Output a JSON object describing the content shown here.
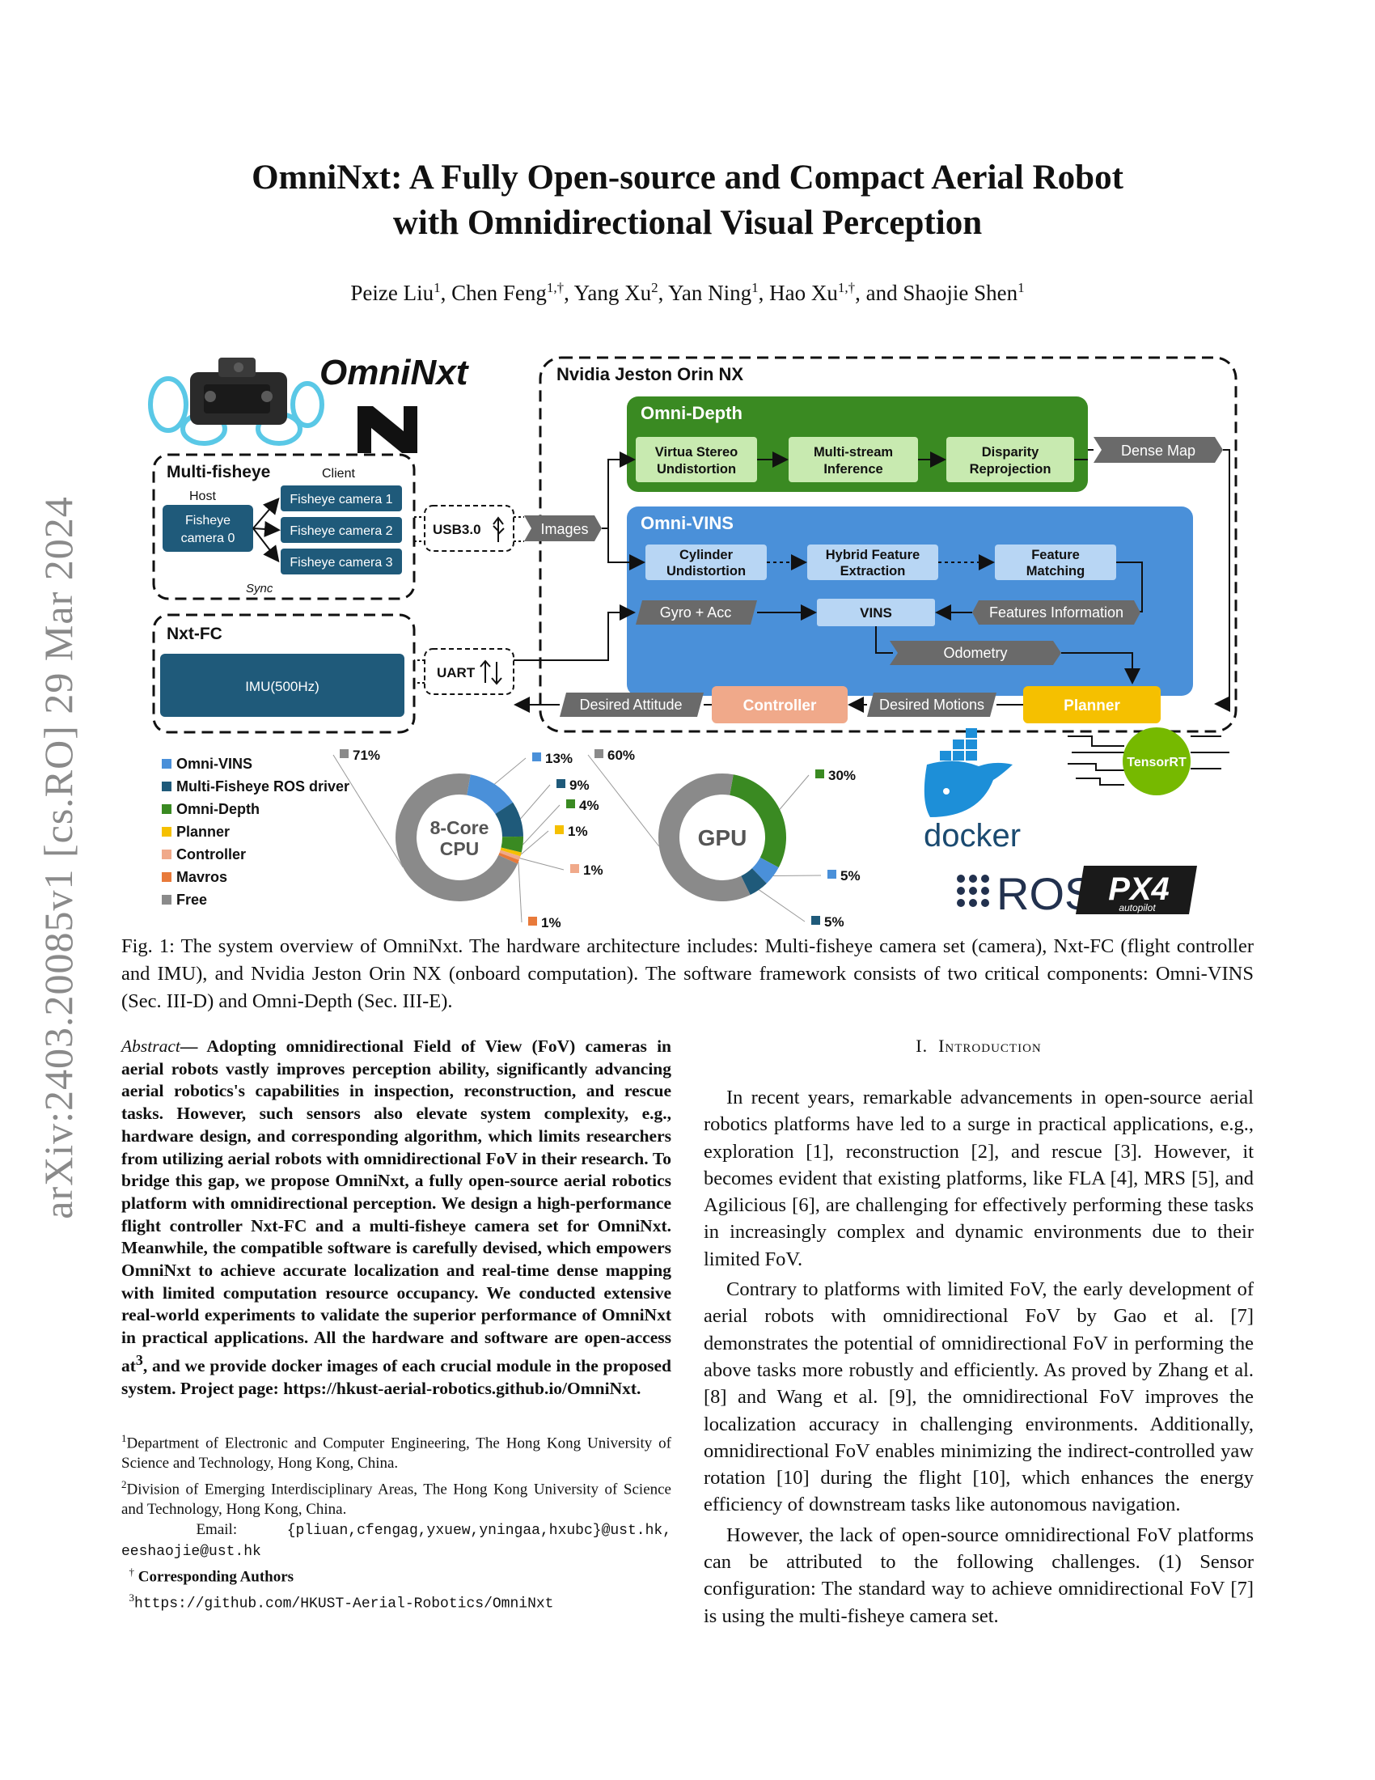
{
  "side": {
    "arxiv": "arXiv:2403.20085v1  [cs.RO]  29 Mar 2024"
  },
  "paper": {
    "title_line1": "OmniNxt: A Fully Open-source and Compact Aerial Robot",
    "title_line2": "with Omnidirectional Visual Perception"
  },
  "authors": [
    {
      "name": "Peize Liu",
      "aff": "1"
    },
    {
      "name": "Chen Feng",
      "aff": "1,†"
    },
    {
      "name": "Yang Xu",
      "aff": "2"
    },
    {
      "name": "Yan Ning",
      "aff": "1"
    },
    {
      "name": "Hao Xu",
      "aff": "1,†"
    },
    {
      "name": "Shaojie Shen",
      "aff": "1"
    }
  ],
  "figure": {
    "brand": "OmniNxt",
    "jetson_label": "Nvidia Jeston Orin NX",
    "omnidepth": {
      "title": "Omni-Depth",
      "box1": [
        "Virtua Stereo",
        "Undistortion"
      ],
      "box2": [
        "Multi-stream",
        "Inference"
      ],
      "box3": [
        "Disparity",
        "Reprojection"
      ]
    },
    "dense_map": "Dense Map",
    "omnivins": {
      "title": "Omni-VINS",
      "box1": [
        "Cylinder",
        "Undistortion"
      ],
      "box2": [
        "Hybrid Feature",
        "Extraction"
      ],
      "box3": [
        "Feature",
        "Matching"
      ],
      "gyro": "Gyro + Acc",
      "vins": "VINS",
      "features": "Features Information",
      "odometry": "Odometry"
    },
    "multifisheye": {
      "title": "Multi-fisheye",
      "client": "Client",
      "host": "Host",
      "cam0": [
        "Fisheye",
        "camera 0"
      ],
      "cam1": "Fisheye camera 1",
      "cam2": "Fisheye camera 2",
      "cam3": "Fisheye camera 3",
      "sync": "Sync"
    },
    "usb": "USB3.0",
    "images": "Images",
    "nxtfc": {
      "title": "Nxt-FC",
      "imu": "IMU(500Hz)"
    },
    "uart": "UART",
    "desired_attitude": "Desired Attitude",
    "controller": "Controller",
    "desired_motions": "Desired Motions",
    "planner": "Planner",
    "legend": [
      "Omni-VINS",
      "Multi-Fisheye ROS driver",
      "Omni-Depth",
      "Planner",
      "Controller",
      "Mavros",
      "Free"
    ],
    "logos": {
      "docker": "docker",
      "tensorrt": "TensorRT",
      "ros": "ROS",
      "px4": "PX4",
      "px4_sub": "autopilot"
    },
    "colors": {
      "omnivins": "#4a90d9",
      "ros_driver": "#1f5a7a",
      "omnidepth": "#3a8a22",
      "planner": "#f5c000",
      "controller": "#f0a98a",
      "mavros": "#e87a3a",
      "free": "#8a8a8a"
    }
  },
  "chart_data": [
    {
      "type": "pie",
      "title": "8-Core CPU",
      "categories": [
        "Omni-VINS",
        "Multi-Fisheye ROS driver",
        "Omni-Depth",
        "Planner",
        "Controller",
        "Mavros",
        "Free"
      ],
      "values": [
        13,
        9,
        4,
        1,
        1,
        1,
        71
      ],
      "labels": [
        "13%",
        "9%",
        "4%",
        "1%",
        "1%",
        "1%",
        "71%"
      ]
    },
    {
      "type": "pie",
      "title": "GPU",
      "categories": [
        "Omni-Depth",
        "Omni-VINS",
        "Multi-Fisheye ROS driver",
        "Free"
      ],
      "values": [
        30,
        5,
        5,
        60
      ],
      "labels": [
        "30%",
        "5%",
        "5%",
        "60%"
      ]
    }
  ],
  "caption": "Fig. 1: The system overview of OmniNxt. The hardware architecture includes: Multi-fisheye camera set (camera), Nxt-FC (flight controller and IMU), and Nvidia Jeston Orin NX (onboard computation). The software framework consists of two critical components: Omni-VINS (Sec. III-D) and Omni-Depth (Sec. III-E).",
  "abstract": {
    "lead": "Abstract",
    "dash": "— ",
    "text": "Adopting omnidirectional Field of View (FoV) cameras in aerial robots vastly improves perception ability, significantly advancing aerial robotics's capabilities in inspection, reconstruction, and rescue tasks. However, such sensors also elevate system complexity, e.g., hardware design, and corresponding algorithm, which limits researchers from utilizing aerial robots with omnidirectional FoV in their research. To bridge this gap, we propose OmniNxt, a fully open-source aerial robotics platform with omnidirectional perception. We design a high-performance flight controller Nxt-FC and a multi-fisheye camera set for OmniNxt. Meanwhile, the compatible software is carefully devised, which empowers OmniNxt to achieve accurate localization and real-time dense mapping with limited computation resource occupancy. We conducted extensive real-world experiments to validate the superior performance of OmniNxt in practical applications. All the hardware and software are open-access at",
    "sup": "3",
    "tail": ", and we provide docker images of each crucial module in the proposed system. Project page: https://hkust-aerial-robotics.github.io/OmniNxt."
  },
  "footnotes": {
    "f1_mark": "1",
    "f1": "Department of Electronic and Computer Engineering, The Hong Kong University of Science and Technology, Hong Kong, China.",
    "f2_mark": "2",
    "f2": "Division of Emerging Interdisciplinary Areas, The Hong Kong University of Science and Technology, Hong Kong, China.",
    "email_label": "Email:",
    "email": "{pliuan,cfengag,yxuew,yningaa,hxubc}@ust.hk, eeshaojie@ust.hk",
    "corr_mark": "†",
    "corr": "Corresponding Authors",
    "f3_mark": "3",
    "f3": "https://github.com/HKUST-Aerial-Robotics/OmniNxt"
  },
  "intro": {
    "num": "I.",
    "title": "Introduction",
    "p1": "In recent years, remarkable advancements in open-source aerial robotics platforms have led to a surge in practical applications, e.g., exploration [1], reconstruction [2], and rescue [3]. However, it becomes evident that existing platforms, like FLA [4], MRS [5], and Agilicious [6], are challenging for effectively performing these tasks in increasingly complex and dynamic environments due to their limited FoV.",
    "p2": "Contrary to platforms with limited FoV, the early development of aerial robots with omnidirectional FoV by Gao et al. [7] demonstrates the potential of omnidirectional FoV in performing the above tasks more robustly and efficiently. As proved by Zhang et al. [8] and Wang et al. [9], the omnidirectional FoV improves the localization accuracy in challenging environments. Additionally, omnidirectional FoV enables minimizing the indirect-controlled yaw rotation [10] during the flight [10], which enhances the energy efficiency of downstream tasks like autonomous navigation.",
    "p3": "However, the lack of open-source omnidirectional FoV platforms can be attributed to the following challenges. (1) Sensor configuration: The standard way to achieve omnidirectional FoV [7] is using the multi-fisheye camera set."
  }
}
